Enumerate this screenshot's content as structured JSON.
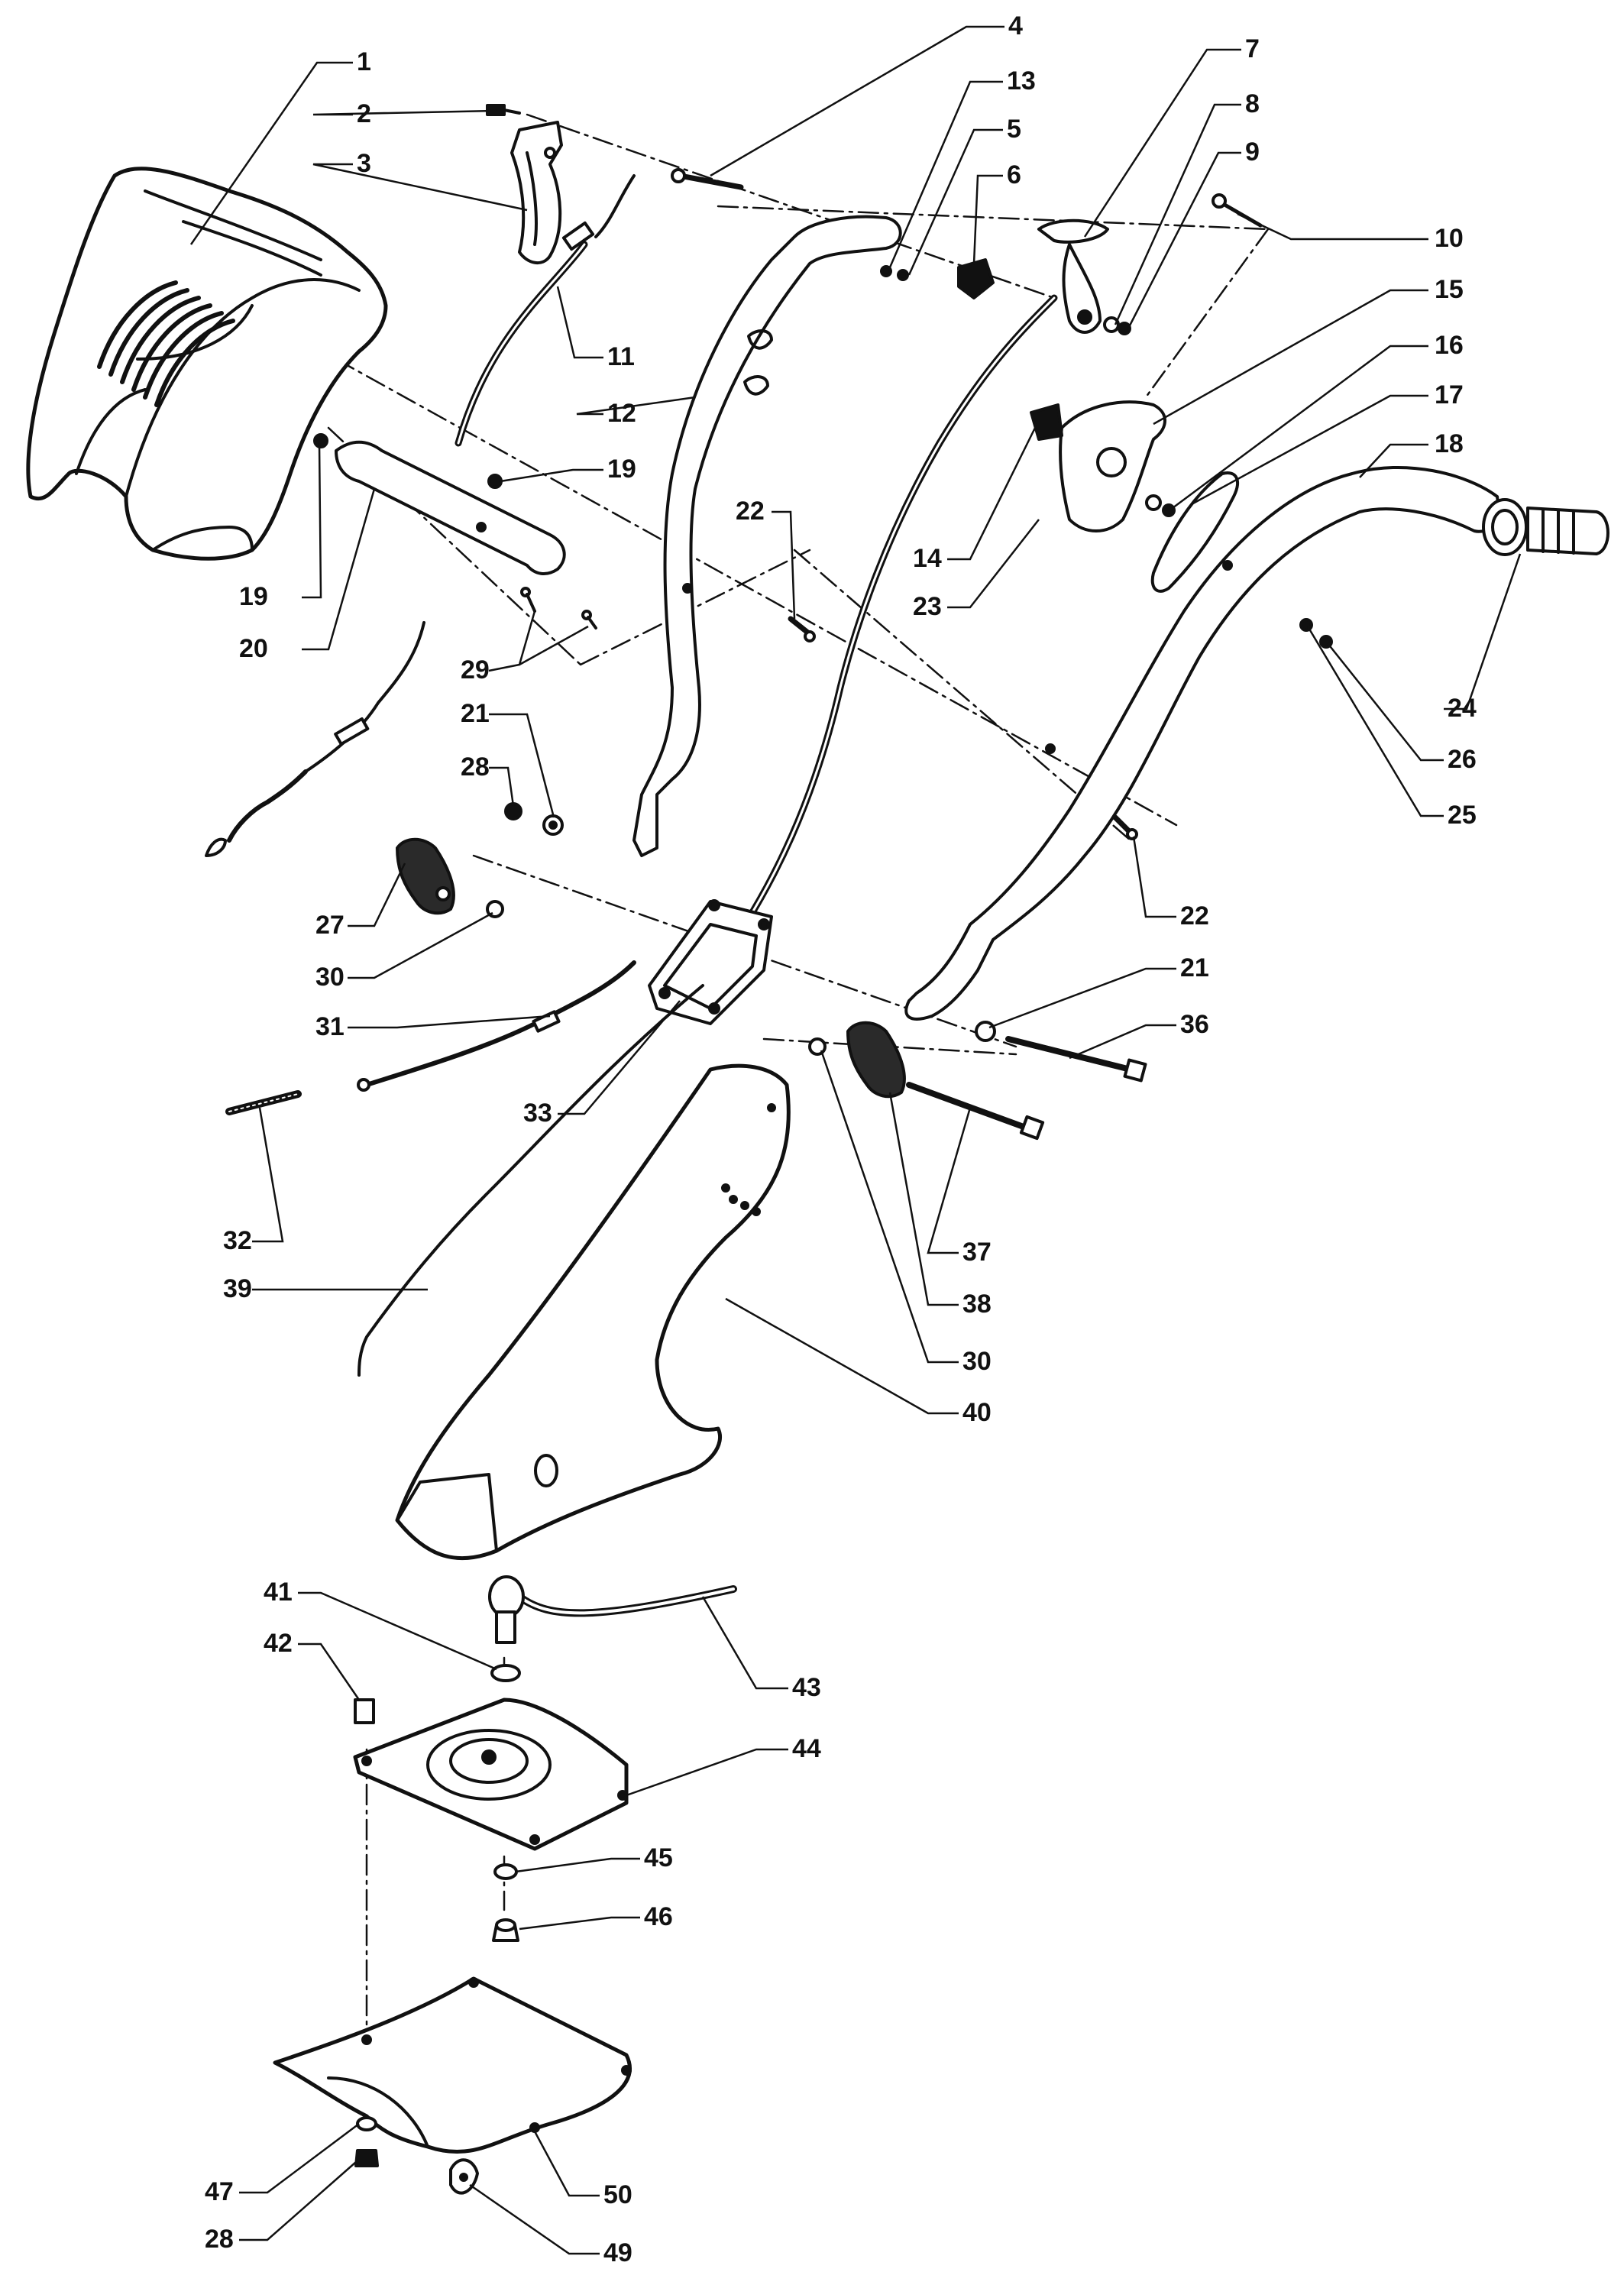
{
  "colors": {
    "line": "#111111",
    "paper": "#ffffff",
    "shade": "#2a2a2a",
    "hood_shade": "#d9d9d9"
  },
  "parts": [
    {
      "id": "p1",
      "num": "1"
    },
    {
      "id": "p2",
      "num": "2"
    },
    {
      "id": "p3",
      "num": "3"
    },
    {
      "id": "p4",
      "num": "4"
    },
    {
      "id": "p13",
      "num": "13"
    },
    {
      "id": "p5",
      "num": "5"
    },
    {
      "id": "p6",
      "num": "6"
    },
    {
      "id": "p7",
      "num": "7"
    },
    {
      "id": "p8",
      "num": "8"
    },
    {
      "id": "p9",
      "num": "9"
    },
    {
      "id": "p10",
      "num": "10"
    },
    {
      "id": "p15",
      "num": "15"
    },
    {
      "id": "p16",
      "num": "16"
    },
    {
      "id": "p17",
      "num": "17"
    },
    {
      "id": "p18",
      "num": "18"
    },
    {
      "id": "p11",
      "num": "11"
    },
    {
      "id": "p12",
      "num": "12"
    },
    {
      "id": "p19a",
      "num": "19"
    },
    {
      "id": "p19b",
      "num": "19"
    },
    {
      "id": "p20",
      "num": "20"
    },
    {
      "id": "p22a",
      "num": "22"
    },
    {
      "id": "p14",
      "num": "14"
    },
    {
      "id": "p23",
      "num": "23"
    },
    {
      "id": "p24",
      "num": "24"
    },
    {
      "id": "p26",
      "num": "26"
    },
    {
      "id": "p25",
      "num": "25"
    },
    {
      "id": "p29",
      "num": "29"
    },
    {
      "id": "p21a",
      "num": "21"
    },
    {
      "id": "p28a",
      "num": "28"
    },
    {
      "id": "p22b",
      "num": "22"
    },
    {
      "id": "p27",
      "num": "27"
    },
    {
      "id": "p30a",
      "num": "30"
    },
    {
      "id": "p31",
      "num": "31"
    },
    {
      "id": "p21b",
      "num": "21"
    },
    {
      "id": "p36",
      "num": "36"
    },
    {
      "id": "p33",
      "num": "33"
    },
    {
      "id": "p32",
      "num": "32"
    },
    {
      "id": "p37",
      "num": "37"
    },
    {
      "id": "p39",
      "num": "39"
    },
    {
      "id": "p38",
      "num": "38"
    },
    {
      "id": "p30b",
      "num": "30"
    },
    {
      "id": "p40",
      "num": "40"
    },
    {
      "id": "p41",
      "num": "41"
    },
    {
      "id": "p42",
      "num": "42"
    },
    {
      "id": "p43",
      "num": "43"
    },
    {
      "id": "p44",
      "num": "44"
    },
    {
      "id": "p45",
      "num": "45"
    },
    {
      "id": "p46",
      "num": "46"
    },
    {
      "id": "p47",
      "num": "47"
    },
    {
      "id": "p50",
      "num": "50"
    },
    {
      "id": "p28b",
      "num": "28"
    },
    {
      "id": "p49",
      "num": "49"
    }
  ]
}
